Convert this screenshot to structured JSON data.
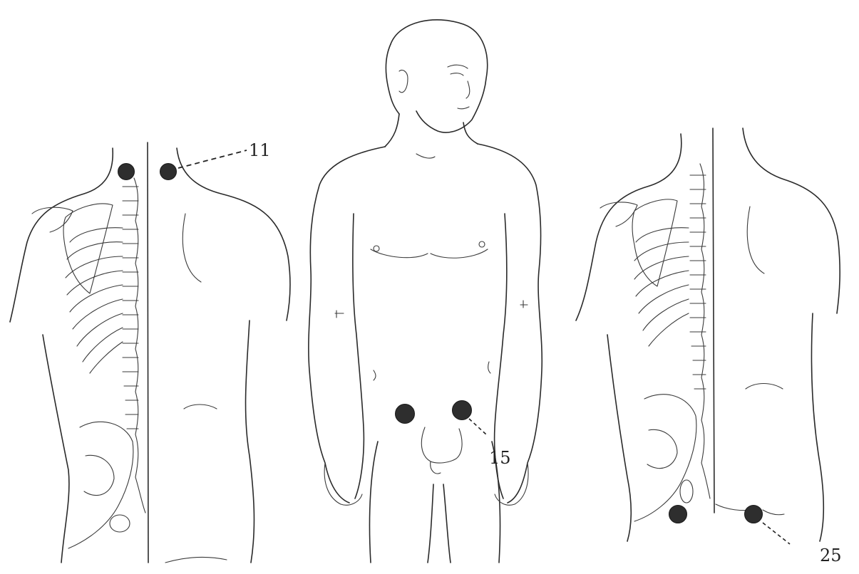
{
  "labels": {
    "shoulder_point": "11",
    "groin_point": "15",
    "buttock_point": "25"
  },
  "colors": {
    "ink": "#2a2a2a",
    "point": "#2e2e2e",
    "background": "#ffffff"
  }
}
